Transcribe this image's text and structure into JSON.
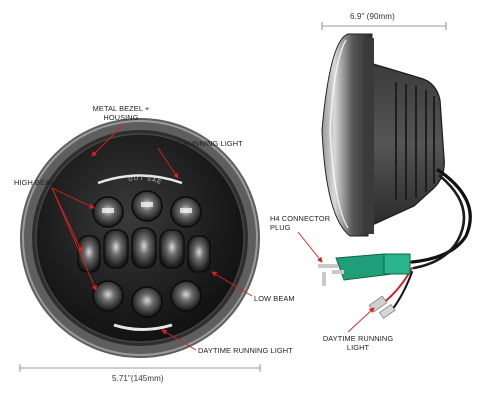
{
  "colors": {
    "arrow": "#d92020",
    "housing": "#2b2b2b",
    "bezel": "#6b6b6b",
    "lens": "#1a1a1a",
    "wire_black": "#111111",
    "wire_red": "#c8282b",
    "connector_green": "#1f9e7a"
  },
  "labels": {
    "width_side": "6.9\" (90mm)",
    "metal_bezel": [
      "METAL BEZEL +",
      "HOUSING"
    ],
    "drl_top": "DAYTIME RUNNING LIGHT",
    "high_beam": "HIGH BEAM",
    "h4_connector": [
      "H4 CONNECTOR",
      "PLUG"
    ],
    "low_beam": "LOW BEAM",
    "drl_bottom": "DAYTIME RUNNING LIGHT",
    "drl_plug": [
      "DAYTIME RUNNING",
      "LIGHT"
    ],
    "width_front": "5.71\"(145mm)",
    "lens_marking": "DOT SAE"
  }
}
